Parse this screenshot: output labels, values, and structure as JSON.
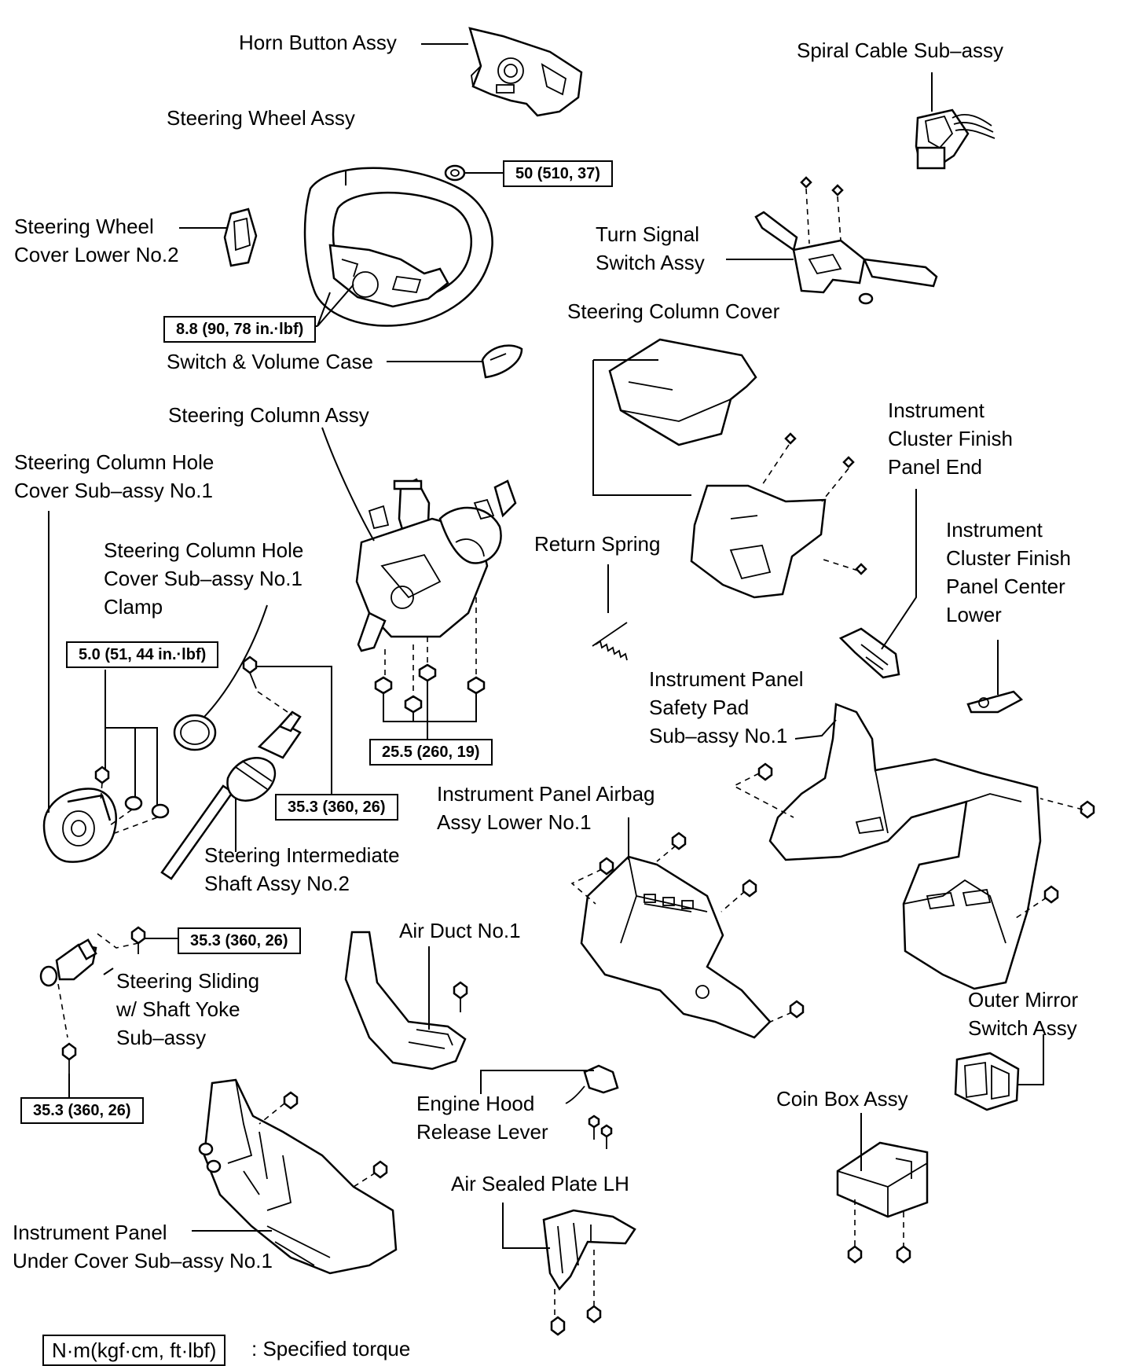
{
  "labels": {
    "horn_button": "Horn Button Assy",
    "spiral_cable": "Spiral Cable Sub–assy",
    "steering_wheel": "Steering Wheel Assy",
    "wheel_cover_lower": [
      "Steering Wheel",
      "Cover Lower No.2"
    ],
    "turn_signal": [
      "Turn Signal",
      "Switch Assy"
    ],
    "switch_volume_case": "Switch & Volume Case",
    "steering_column_cover": "Steering Column Cover",
    "steering_column_assy": "Steering Column Assy",
    "cluster_finish_end": [
      "Instrument",
      "Cluster Finish",
      "Panel End"
    ],
    "column_hole_cover": [
      "Steering Column Hole",
      "Cover Sub–assy No.1"
    ],
    "column_hole_clamp": [
      "Steering Column Hole",
      "Cover Sub–assy No.1",
      "Clamp"
    ],
    "return_spring": "Return Spring",
    "cluster_finish_center": [
      "Instrument",
      "Cluster Finish",
      "Panel Center",
      "Lower"
    ],
    "safety_pad": [
      "Instrument Panel",
      "Safety Pad",
      "Sub–assy No.1"
    ],
    "airbag_lower": [
      "Instrument Panel Airbag",
      "Assy Lower No.1"
    ],
    "intermediate_shaft": [
      "Steering Intermediate",
      "Shaft Assy No.2"
    ],
    "air_duct": "Air Duct No.1",
    "sliding_yoke": [
      "Steering Sliding",
      "w/ Shaft Yoke",
      "Sub–assy"
    ],
    "outer_mirror": [
      "Outer Mirror",
      "Switch Assy"
    ],
    "engine_hood": [
      "Engine Hood",
      "Release Lever"
    ],
    "coin_box": "Coin Box Assy",
    "air_sealed_plate": "Air Sealed Plate LH",
    "under_cover": [
      "Instrument Panel",
      "Under Cover Sub–assy No.1"
    ]
  },
  "torques": {
    "horn_nut": "50 (510, 37)",
    "wheel_screws": "8.8 (90, 78 in.·lbf)",
    "hole_cover_nuts": "5.0 (51, 44 in.·lbf)",
    "column_nuts": "25.5 (260, 19)",
    "shaft_bolt": "35.3 (360, 26)",
    "yoke_bolt_upper": "35.3 (360, 26)",
    "yoke_bolt_lower": "35.3 (360, 26)"
  },
  "legend": {
    "unit_box": "N·m(kgf·cm, ft·lbf)",
    "description": ": Specified torque"
  }
}
